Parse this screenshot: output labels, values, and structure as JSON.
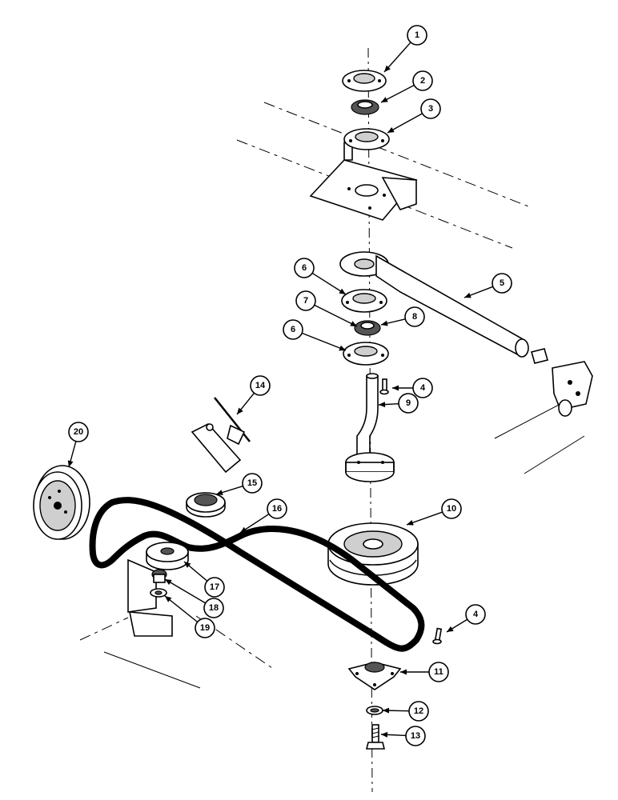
{
  "callouts": [
    {
      "id": "c1",
      "text": "1"
    },
    {
      "id": "c2",
      "text": "2"
    },
    {
      "id": "c3",
      "text": "3"
    },
    {
      "id": "c4a",
      "text": "4"
    },
    {
      "id": "c4b",
      "text": "4"
    },
    {
      "id": "c5",
      "text": "5"
    },
    {
      "id": "c6a",
      "text": "6"
    },
    {
      "id": "c6b",
      "text": "6"
    },
    {
      "id": "c7",
      "text": "7"
    },
    {
      "id": "c8",
      "text": "8"
    },
    {
      "id": "c9",
      "text": "9"
    },
    {
      "id": "c10",
      "text": "10"
    },
    {
      "id": "c11",
      "text": "11"
    },
    {
      "id": "c12",
      "text": "12"
    },
    {
      "id": "c13",
      "text": "13"
    },
    {
      "id": "c14",
      "text": "14"
    },
    {
      "id": "c15",
      "text": "15"
    },
    {
      "id": "c16",
      "text": "16"
    },
    {
      "id": "c17",
      "text": "17"
    },
    {
      "id": "c18",
      "text": "18"
    },
    {
      "id": "c19",
      "text": "19"
    },
    {
      "id": "c20",
      "text": "20"
    }
  ]
}
